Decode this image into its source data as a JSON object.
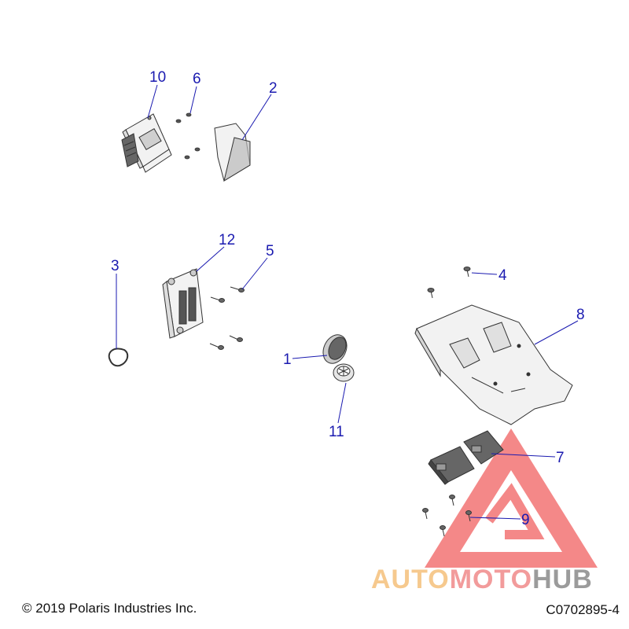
{
  "callouts": {
    "c1": "1",
    "c2": "2",
    "c3": "3",
    "c4": "4",
    "c5": "5",
    "c6": "6",
    "c7": "7",
    "c8": "8",
    "c9": "9",
    "c10": "10",
    "c11": "11",
    "c12": "12"
  },
  "footer": {
    "copyright": "© 2019 Polaris Industries Inc.",
    "code": "C0702895-4"
  },
  "watermark": {
    "part1": "AUTO",
    "part2": "MOTO",
    "part3": "HUB",
    "colors": {
      "auto": "#f5c07a",
      "moto": "#f08a8a",
      "hub": "#8a8a8a",
      "triangle": "#f06060"
    }
  },
  "colors": {
    "callout": "#1a1ab0",
    "line": "#333333",
    "part_fill": "#f2f2f2",
    "shade": "#555555"
  }
}
